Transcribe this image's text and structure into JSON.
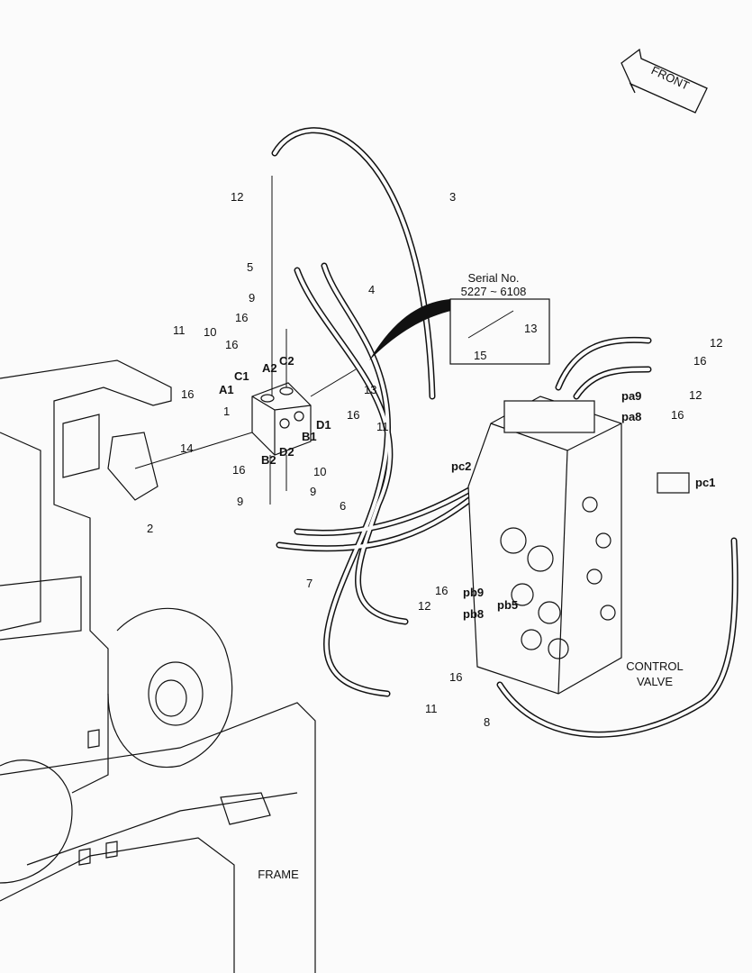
{
  "direction_arrow": {
    "label": "FRONT",
    "icon": "front-arrow-icon"
  },
  "serial_box": {
    "title": "Serial No.",
    "range": "5227 ~ 6108",
    "parts": [
      "13",
      "15"
    ]
  },
  "part_labels": [
    "12",
    "3",
    "5",
    "4",
    "9",
    "16",
    "11",
    "10",
    "16",
    "C1",
    "A2",
    "C2",
    "A1",
    "13",
    "16",
    "1",
    "D1",
    "16",
    "11",
    "B1",
    "14",
    "B2",
    "D2",
    "16",
    "10",
    "9",
    "9",
    "2",
    "6",
    "7",
    "12",
    "16",
    "12",
    "pa9",
    "pa8",
    "16",
    "pc2",
    "pc1",
    "12",
    "16",
    "pb9",
    "pb8",
    "pb5",
    "16",
    "11",
    "8"
  ],
  "component_labels": {
    "control_valve_line1": "CONTROL",
    "control_valve_line2": "VALVE",
    "frame": "FRAME"
  }
}
